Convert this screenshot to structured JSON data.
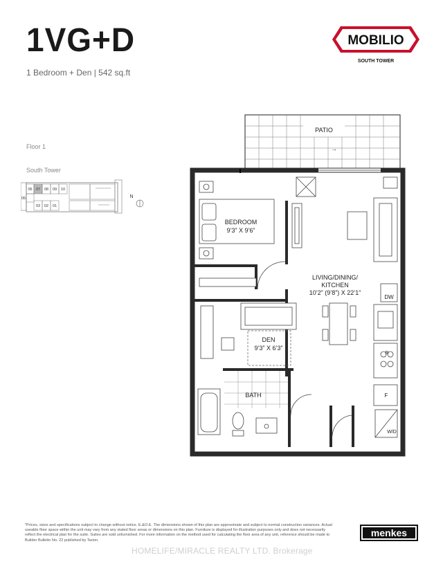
{
  "header": {
    "unit_name": "1VG+D",
    "subtitle": "1 Bedroom + Den  |  542 sq.ft"
  },
  "logo": {
    "brand": "MOBILIO",
    "tower": "SOUTH TOWER",
    "color": "#c8102e"
  },
  "keyplan": {
    "floor_label": "Floor 1",
    "tower_label": "South Tower",
    "units_top": [
      "06",
      "07",
      "08",
      "09",
      "10"
    ],
    "units_bottom": [
      "03",
      "02",
      "01"
    ],
    "unit_left": "05",
    "north": "N",
    "highlight_unit": "07"
  },
  "plan": {
    "rooms": {
      "patio": "PATIO",
      "bedroom_name": "BEDROOM",
      "bedroom_size": "9’3” X 9’6”",
      "living_line1": "LIVING/DINING/",
      "living_line2": "KITCHEN",
      "living_size": "10’2” (9’8”) X 22’1”",
      "den_name": "DEN",
      "den_size": "9’3” X 6’3”",
      "bath": "BATH",
      "dw": "DW",
      "f": "F",
      "wd": "W/D",
      "r": "R"
    }
  },
  "footer": {
    "disclaimer": "*Prices, sizes and specifications subject to change without notice. E.&O.E. The dimensions shown of this plan are approximate and subject to normal construction variances. Actual useable floor space within the unit may vary from any stated floor areas or dimensions on this plan. Furniture is displayed for illustration purposes only and does not necessarily reflect the electrical plan for the suite. Suites are sold unfurnished. For more information on the method used for calculating the floor area of any unit, reference should be made to Builder Bulletin No. 22 published by Tarion.",
    "builder": "menkes",
    "watermark": "HOMELIFE/MIRACLE REALTY LTD. Brokerage"
  }
}
